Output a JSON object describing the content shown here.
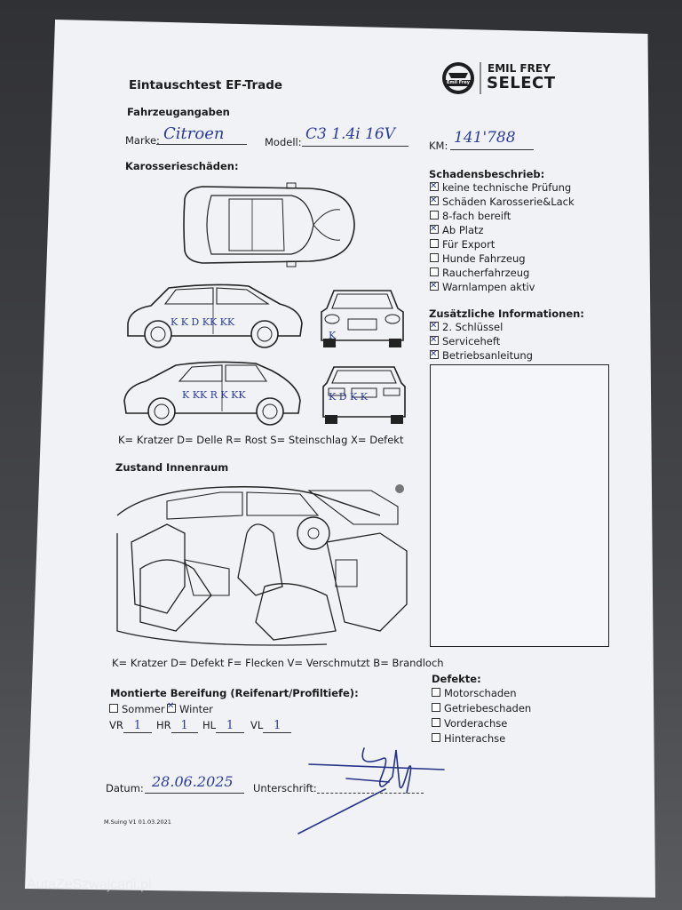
{
  "document": {
    "title": "Eintauschtest EF-Trade",
    "brand": {
      "text_small": "Emil Frey",
      "name_line1": "EMIL FREY",
      "name_line2": "SELECT"
    },
    "vehicle_section_title": "Fahrzeugangaben",
    "make": {
      "label": "Marke:",
      "value": "Citroen"
    },
    "model": {
      "label": "Modell:",
      "value": "C3 1.4i 16V"
    },
    "km": {
      "label": "KM:",
      "value": "141'788"
    },
    "body_damage_title": "Karosserieschäden:",
    "body_damage_legend": "K= Kratzer D= Delle R= Rost S= Steinschlag X= Defekt",
    "damage_marks": {
      "side_left": "K K D KK KK",
      "side_right": "K KK R K KK",
      "front": "K",
      "rear": "K D K K"
    },
    "interior_title": "Zustand Innenraum",
    "interior_legend": "K= Kratzer D= Defekt F= Flecken V= Verschmutzt B= Brandloch",
    "tires": {
      "title": "Montierte Bereifung (Reifenart/Profiltiefe):",
      "summer": {
        "label": "Sommer",
        "checked": false
      },
      "winter": {
        "label": "Winter",
        "checked": true
      },
      "vr": {
        "label": "VR",
        "value": "1"
      },
      "hr": {
        "label": "HR",
        "value": "1"
      },
      "hl": {
        "label": "HL",
        "value": "1"
      },
      "vl": {
        "label": "VL",
        "value": "1"
      }
    },
    "date": {
      "label": "Datum:",
      "value": "28.06.2025"
    },
    "signature": {
      "label": "Unterschrift:"
    },
    "footer_code": "M.Suing V1 01.03.2021",
    "damage_description": {
      "title": "Schadensbeschrieb:",
      "items": [
        {
          "label": "keine technische Prüfung",
          "checked": true
        },
        {
          "label": "Schäden Karosserie&Lack",
          "checked": true
        },
        {
          "label": "8-fach bereift",
          "checked": false
        },
        {
          "label": "Ab Platz",
          "checked": true
        },
        {
          "label": "Für Export",
          "checked": false
        },
        {
          "label": "Hunde Fahrzeug",
          "checked": false
        },
        {
          "label": "Raucherfahrzeug",
          "checked": false
        },
        {
          "label": "Warnlampen aktiv",
          "checked": true
        }
      ]
    },
    "additional_info": {
      "title": "Zusätzliche Informationen:",
      "items": [
        {
          "label": "2. Schlüssel",
          "checked": true
        },
        {
          "label": "Serviceheft",
          "checked": true
        },
        {
          "label": "Betriebsanleitung",
          "checked": true
        }
      ]
    },
    "defects": {
      "title": "Defekte:",
      "items": [
        {
          "label": "Motorschaden",
          "checked": false
        },
        {
          "label": "Getriebeschaden",
          "checked": false
        },
        {
          "label": "Vorderachse",
          "checked": false
        },
        {
          "label": "Hinterachse",
          "checked": false
        }
      ]
    }
  },
  "watermark": "AutaZeSzwajcarii.pl",
  "colors": {
    "ink": "#2b3b9e",
    "paper": "#f1f2f6",
    "background": "#3b3c40"
  }
}
